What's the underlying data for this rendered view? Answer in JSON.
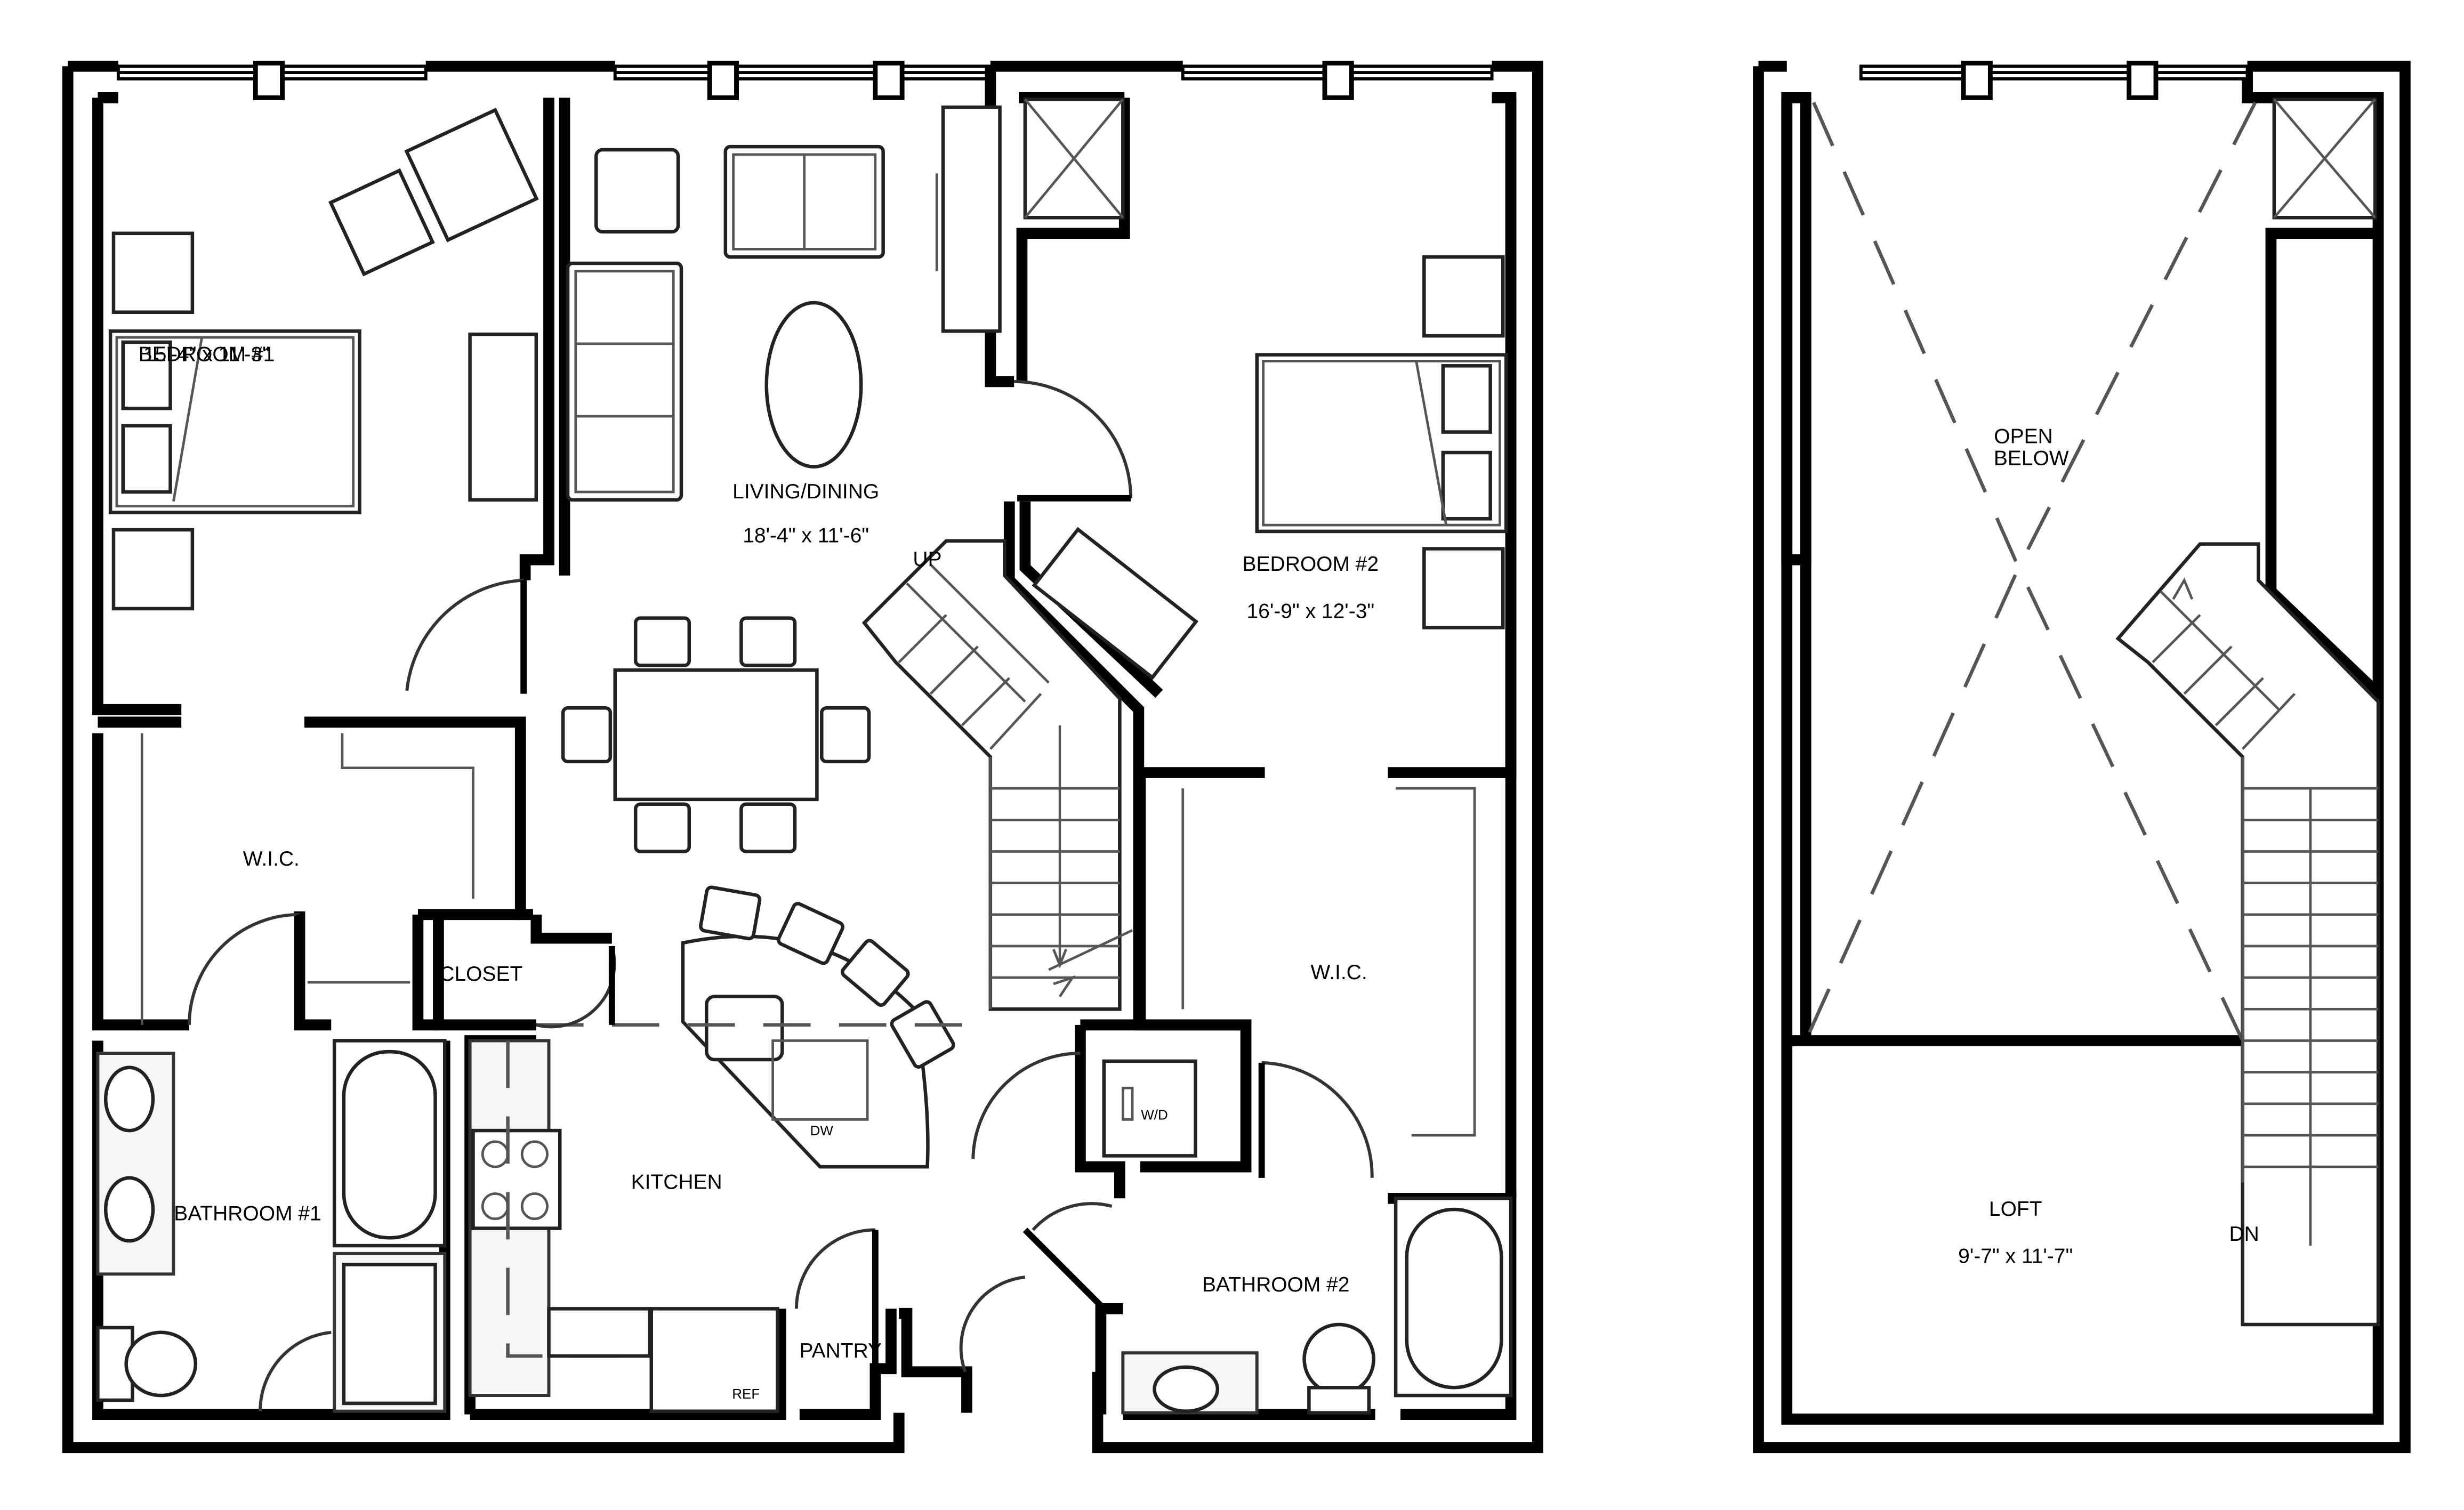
{
  "floors": {
    "main": {
      "rooms": [
        {
          "id": "bedroom-1",
          "name": "BEDROOM #1",
          "size": "15'-4\" x 11'-3\""
        },
        {
          "id": "living-dining",
          "name": "LIVING/DINING",
          "size": "18'-4\" x 11'-6\""
        },
        {
          "id": "bedroom-2",
          "name": "BEDROOM #2",
          "size": "16'-9\" x 12'-3\""
        },
        {
          "id": "wic-1",
          "name": "W.I.C."
        },
        {
          "id": "closet",
          "name": "CLOSET"
        },
        {
          "id": "wic-2",
          "name": "W.I.C."
        },
        {
          "id": "bathroom-1",
          "name": "BATHROOM #1"
        },
        {
          "id": "kitchen",
          "name": "KITCHEN"
        },
        {
          "id": "pantry",
          "name": "PANTRY"
        },
        {
          "id": "bathroom-2",
          "name": "BATHROOM #2"
        }
      ],
      "labels": {
        "stair_up": "UP",
        "dishwasher": "DW",
        "washer_dryer": "W/D",
        "refrigerator": "REF"
      }
    },
    "loft": {
      "open_below_line1": "OPEN",
      "open_below_line2": "BELOW",
      "room_name": "LOFT",
      "room_size": "9'-7\" x 11'-7\"",
      "stair_down": "DN"
    }
  },
  "colors": {
    "walls": "#000000",
    "background": "#ffffff"
  }
}
